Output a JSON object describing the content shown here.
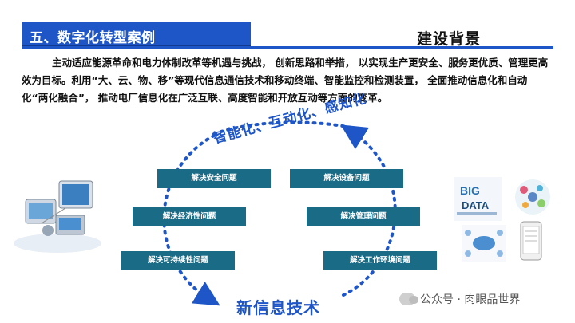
{
  "header": {
    "section_title": "五、数字化转型案例",
    "right_title": "建设背景"
  },
  "intro_paragraph": "主动适应能源革命和电力体制改革等机遇与挑战， 创新思路和举措， 以实现生产更安全、服务更优质、管理更高效为目标。利用“大、云、物、移”等现代信息通信技术和移动终端、智能监控和检测装置， 全面推动信息化和自动化“两化融合”， 推动电厂信息化在广泛互联、高度智能和开放互动等方面的变革。",
  "diagram": {
    "top_arc_label": "智能化、互动化、感知化",
    "bottom_arc_label": "新信息技术",
    "left_boxes": [
      "解决安全问题",
      "解决经济性问题",
      "解决可持续性问题"
    ],
    "right_boxes": [
      "解决设备问题",
      "解决管理问题",
      "解决工作环境问题"
    ],
    "accent_color": "#1f56c7",
    "box_color": "#1a6b86"
  },
  "illustrations": {
    "left": "devices-network-icon",
    "right_top_left": "big-data-wordcloud-icon",
    "right_top_right": "gear-network-icon",
    "right_bottom_left": "network-diagram-icon",
    "right_bottom_right": "mobile-phone-icon"
  },
  "watermark": {
    "text": "公众号 · 肉眼品世界"
  }
}
